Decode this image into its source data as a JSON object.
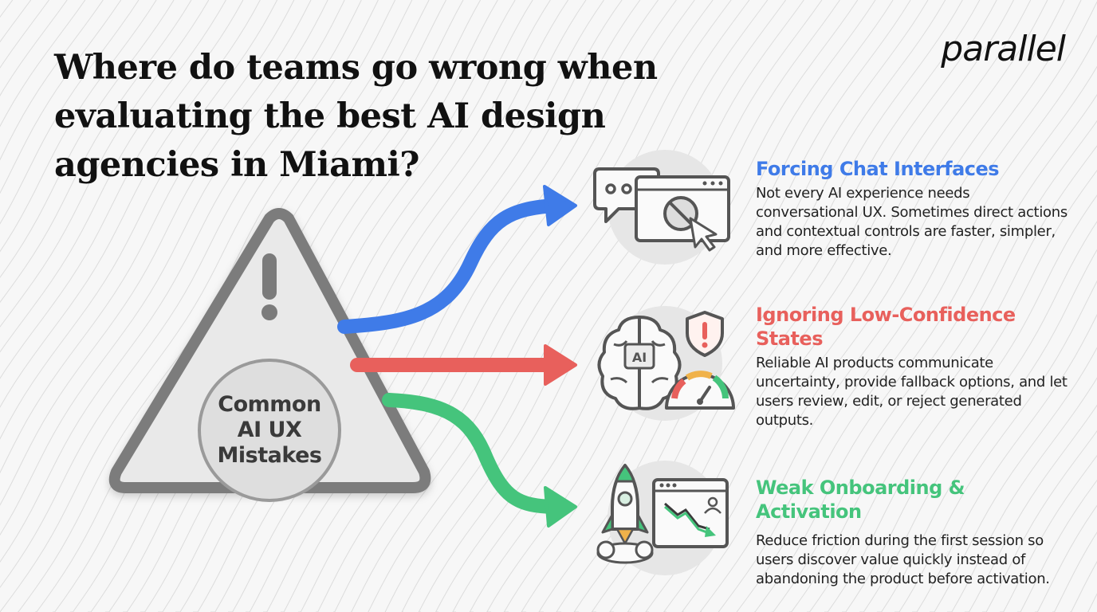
{
  "title": "Where do teams go wrong when evaluating the best AI design agencies in Miami?",
  "logo": "parallel",
  "center_label": "Common\nAI UX\nMistakes",
  "icon_ai_label": "AI",
  "colors": {
    "blue": "#3f7be8",
    "red": "#e8605c",
    "green": "#45c47c",
    "gray": "#7b7b7b"
  },
  "items": [
    {
      "heading": "Forcing Chat Interfaces",
      "body": "Not every AI experience needs conversational UX. Sometimes direct actions and contextual controls are faster, simpler, and more effective.",
      "color": "#3f7be8",
      "icon": "chat-bubble-and-blocked-window-icon"
    },
    {
      "heading": "Ignoring Low-Confidence States",
      "body": "Reliable AI products communicate uncertainty, provide fallback options, and let users review, edit, or reject generated outputs.",
      "color": "#e8605c",
      "icon": "ai-brain-shield-gauge-icon"
    },
    {
      "heading": "Weak Onboarding & Activation",
      "body": "Reduce friction during the first session so users discover value quickly instead of abandoning the product before activation.",
      "color": "#45c47c",
      "icon": "rocket-and-declining-chart-icon"
    }
  ]
}
